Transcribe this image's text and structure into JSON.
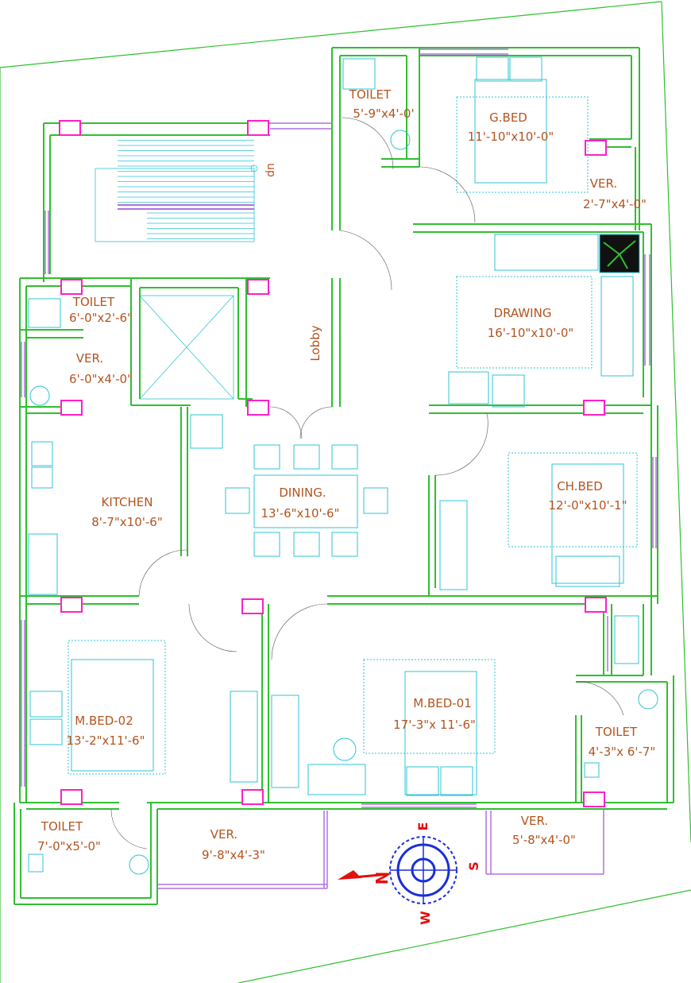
{
  "rooms": {
    "toilet_top": {
      "name": "TOILET",
      "size": "5'-9\"x4'-0'"
    },
    "gbed": {
      "name": "G.BED",
      "size": "11'-10\"x10'-0\""
    },
    "ver_top_right": {
      "name": "VER.",
      "size": "2'-7\"x4'-0\""
    },
    "toilet_left": {
      "name": "TOILET",
      "size": "6'-0\"x2'-6\""
    },
    "ver_left": {
      "name": "VER.",
      "size": "6'-0\"x4'-0\""
    },
    "lobby": {
      "name": "Lobby"
    },
    "stair_up": {
      "name": "up"
    },
    "drawing": {
      "name": "DRAWING",
      "size": "16'-10\"x10'-0\""
    },
    "kitchen": {
      "name": "KITCHEN",
      "size": "8'-7\"x10'-6\""
    },
    "dining": {
      "name": "DINING.",
      "size": "13'-6\"x10'-6\""
    },
    "chbed": {
      "name": "CH.BED",
      "size": "12'-0\"x10'-1\""
    },
    "mbed02": {
      "name": "M.BED-02",
      "size": "13'-2\"x11'-6\""
    },
    "mbed01": {
      "name": "M.BED-01",
      "size": "17'-3\"x 11'-6\""
    },
    "toilet_right": {
      "name": "TOILET",
      "size": "4'-3\"x 6'-7\""
    },
    "toilet_bottom_left": {
      "name": "TOILET",
      "size": "7'-0\"x5'-0\""
    },
    "ver_bottom_mid": {
      "name": "VER.",
      "size": "9'-8\"x4'-3\""
    },
    "ver_bottom_right": {
      "name": "VER.",
      "size": "5'-8\"x4'-0\""
    }
  },
  "compass": {
    "north": "N",
    "east": "E",
    "south": "S",
    "west": "W"
  },
  "colors": {
    "wall": "#2fbf2f",
    "column": "#ff1fc8",
    "furniture": "#2ec4d6",
    "label": "#b3541e",
    "compass": "#1a2fd8",
    "arrow": "#e01010",
    "window": "#b070e0"
  }
}
